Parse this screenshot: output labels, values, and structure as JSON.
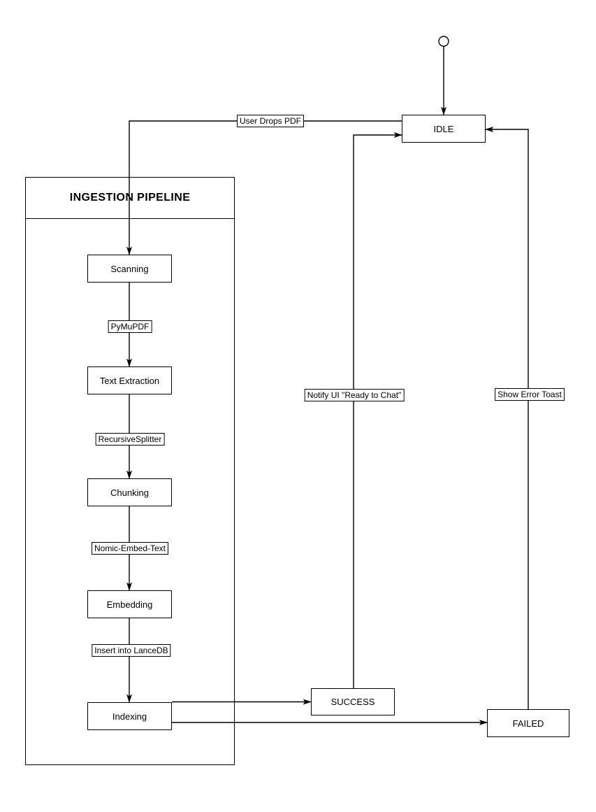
{
  "diagram": {
    "container_title": "INGESTION PIPELINE",
    "nodes": {
      "idle": "IDLE",
      "scanning": "Scanning",
      "text_extraction": "Text Extraction",
      "chunking": "Chunking",
      "embedding": "Embedding",
      "indexing": "Indexing",
      "success": "SUCCESS",
      "failed": "FAILED"
    },
    "edges": [
      {
        "from": "start",
        "to": "IDLE",
        "label": ""
      },
      {
        "from": "IDLE",
        "to": "Scanning",
        "label": "User Drops PDF"
      },
      {
        "from": "Scanning",
        "to": "Text Extraction",
        "label": "PyMuPDF"
      },
      {
        "from": "Text Extraction",
        "to": "Chunking",
        "label": "RecursiveSplitter"
      },
      {
        "from": "Chunking",
        "to": "Embedding",
        "label": "Nomic-Embed-Text"
      },
      {
        "from": "Embedding",
        "to": "Indexing",
        "label": "Insert into LanceDB"
      },
      {
        "from": "Indexing",
        "to": "SUCCESS",
        "label": ""
      },
      {
        "from": "Indexing",
        "to": "FAILED",
        "label": ""
      },
      {
        "from": "SUCCESS",
        "to": "IDLE",
        "label": "Notify UI \"Ready to Chat\""
      },
      {
        "from": "FAILED",
        "to": "IDLE",
        "label": "Show Error Toast"
      }
    ],
    "colors": {
      "stroke": "#000000",
      "background": "#ffffff"
    }
  }
}
